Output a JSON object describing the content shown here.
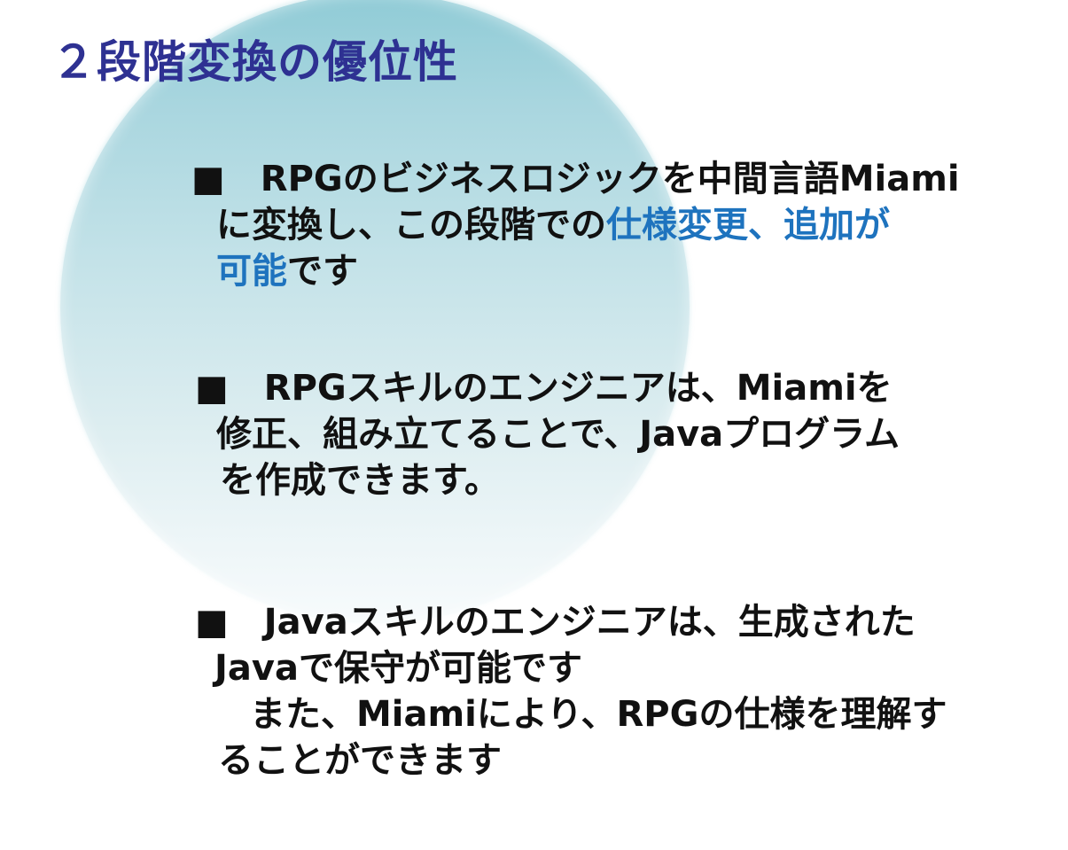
{
  "title": "２段階変換の優位性",
  "items": [
    {
      "bullet": "■",
      "lead": "　RPGのビジネスロジックを中間言語Miami",
      "line2_pre": "に変換し、この段階での",
      "line2_hl": "仕様変更、追加が",
      "line3_hl": "可能",
      "line3_post": "です"
    },
    {
      "bullet": "■",
      "lead": "　RPGスキルのエンジニアは、Miamiを",
      "line2": "修正、組み立てることで、Javaプログラム",
      "line3": "を作成できます。"
    },
    {
      "bullet": "■",
      "lead": "　Javaスキルのエンジニアは、生成された",
      "line2": "Javaで保守が可能です",
      "line3": "　また、Miamiにより、RPGの仕様を理解す",
      "line4": "ることができます"
    }
  ],
  "colors": {
    "title": "#2e3192",
    "highlight": "#1e73be",
    "text": "#111111",
    "orb_top": "#8fcbd6",
    "orb_bottom": "#f7fbfc"
  }
}
